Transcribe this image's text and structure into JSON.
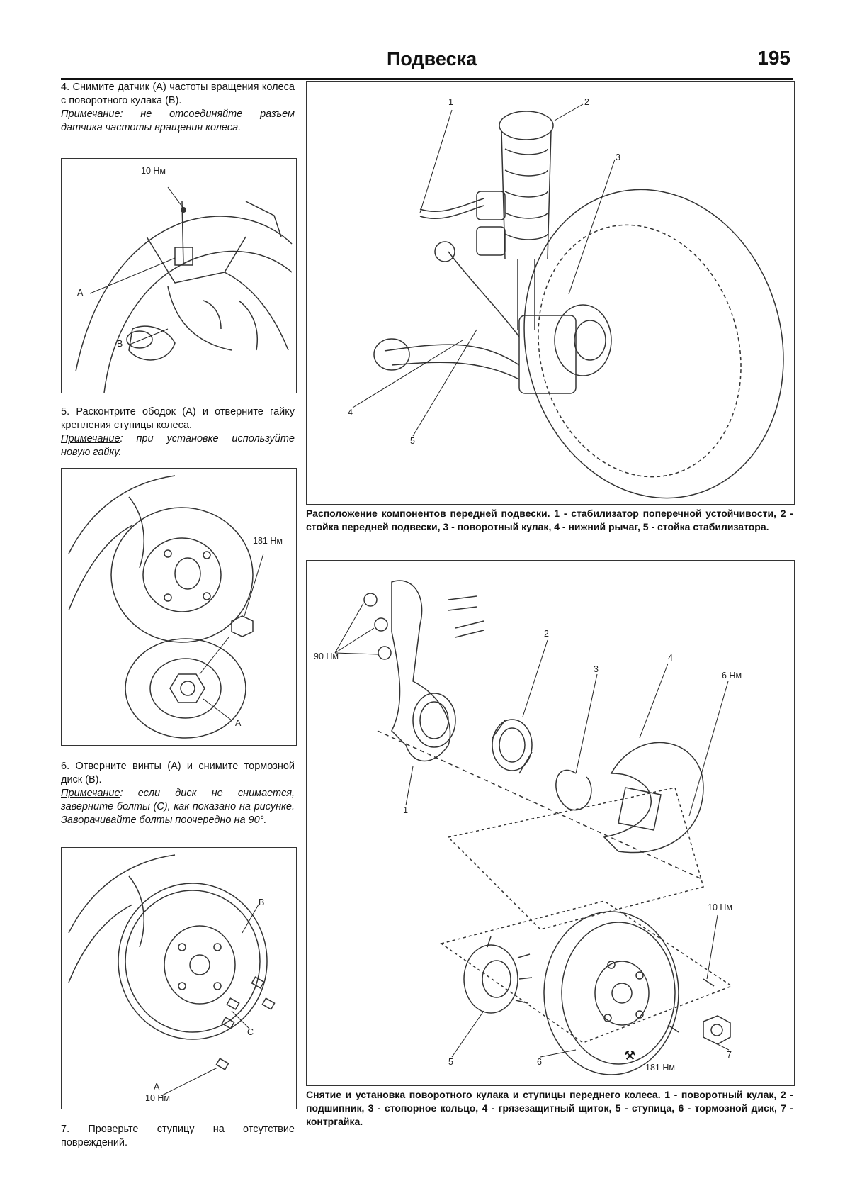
{
  "header": {
    "title": "Подвеска",
    "page": "195"
  },
  "steps": {
    "s4": {
      "text": "4. Снимите датчик (А) частоты вращения колеса с поворотного кулака (В).",
      "note_lead": "Примечание",
      "note_text": ": не отсоединяйте разъем датчика частоты вращения колеса."
    },
    "s5": {
      "text": "5. Расконтрите ободок (А) и отверните гайку крепления ступицы колеса.",
      "note_lead": "Примечание",
      "note_text": ": при установке используйте новую гайку."
    },
    "s6": {
      "text": "6. Отверните винты (А) и снимите тормозной диск (В).",
      "note_lead": "Примечание",
      "note_text": ": если диск не снимается, заверните болты (С), как показано на рисунке. Заворачивайте болты поочередно на 90°."
    },
    "s7": {
      "text": "7. Проверьте ступицу на отсутствие повреждений."
    }
  },
  "fig1": {
    "torque": "10 Нм",
    "a": "A",
    "b": "B"
  },
  "fig2": {
    "torque": "181 Нм",
    "a": "A"
  },
  "fig3": {
    "b": "B",
    "c": "C",
    "a": "A",
    "torque": "10 Нм"
  },
  "fig4": {
    "labels": [
      "1",
      "2",
      "3",
      "4",
      "5"
    ],
    "caption": "Расположение компонентов передней подвески. 1 - стабилизатор поперечной устойчивости, 2 - стойка передней подвески, 3 - поворотный кулак, 4 - нижний рычаг, 5 - стойка стабилизатора."
  },
  "fig5": {
    "labels": [
      "1",
      "2",
      "3",
      "4",
      "5",
      "6",
      "7"
    ],
    "torque_90": "90 Нм",
    "torque_6": "6 Нм",
    "torque_10": "10 Нм",
    "torque_181": "181 Нм",
    "caption": "Снятие и установка поворотного кулака и ступицы переднего колеса. 1 - поворотный кулак, 2 - подшипник, 3 - стопорное кольцо, 4 - грязезащитный щиток, 5 - ступица, 6 - тормозной диск, 7 - контргайка."
  }
}
